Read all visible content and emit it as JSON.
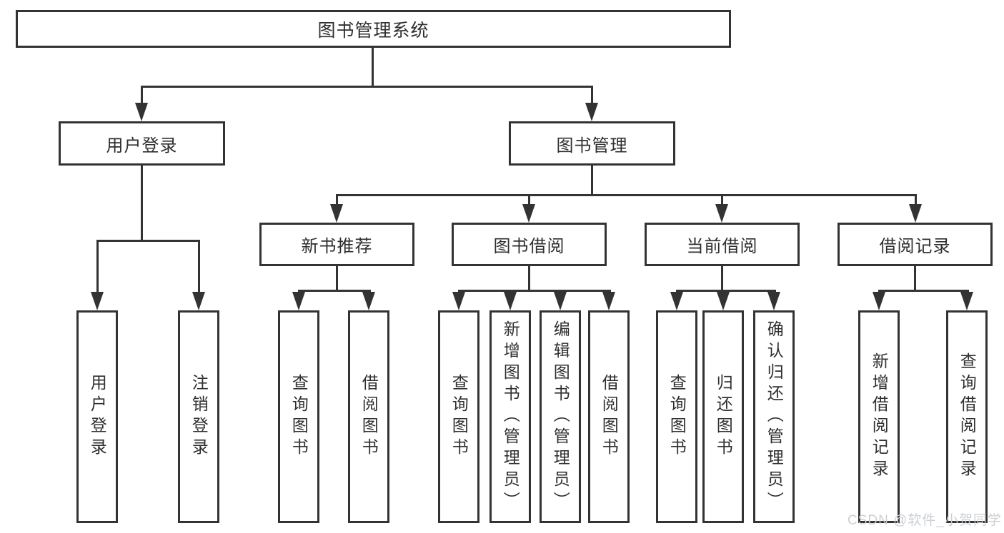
{
  "title": "图书管理系统",
  "tree": {
    "root": {
      "label": "图书管理系统"
    },
    "branches": [
      {
        "label": "用户登录",
        "children": [
          {
            "label": "用户登录"
          },
          {
            "label": "注销登录"
          }
        ]
      },
      {
        "label": "图书管理",
        "sections": [
          {
            "label": "新书推荐",
            "children": [
              {
                "label": "查询图书"
              },
              {
                "label": "借阅图书"
              }
            ]
          },
          {
            "label": "图书借阅",
            "children": [
              {
                "label": "查询图书"
              },
              {
                "label": "新增图书（管理员）"
              },
              {
                "label": "编辑图书（管理员）"
              },
              {
                "label": "借阅图书"
              }
            ]
          },
          {
            "label": "当前借阅",
            "children": [
              {
                "label": "查询图书"
              },
              {
                "label": "归还图书"
              },
              {
                "label": "确认归还（管理员）"
              }
            ]
          },
          {
            "label": "借阅记录",
            "children": [
              {
                "label": "新增借阅记录"
              },
              {
                "label": "查询借阅记录"
              }
            ]
          }
        ]
      }
    ]
  },
  "watermark": {
    "text": "CSDN @软件_小贺同学"
  },
  "colors": {
    "line": "#333333",
    "text": "#2f2f2f",
    "background": "#ffffff",
    "watermark": "#c9ccd1"
  }
}
